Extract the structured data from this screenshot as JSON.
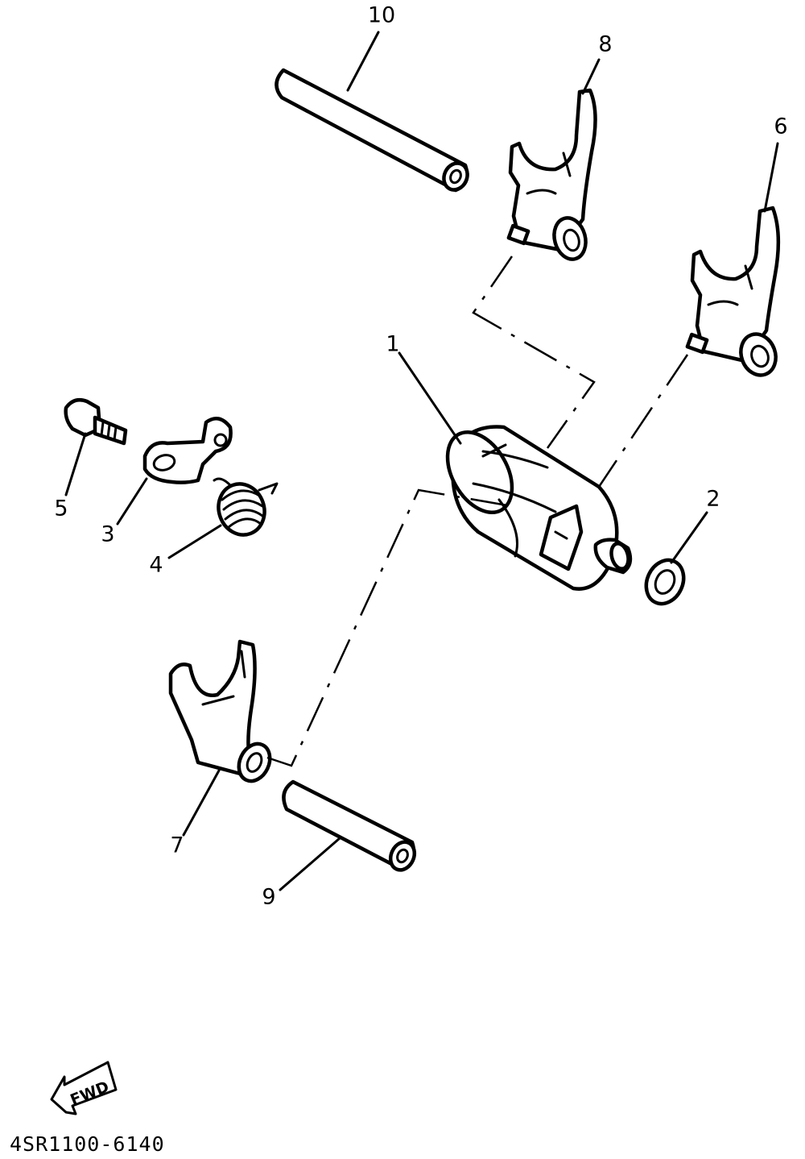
{
  "diagram": {
    "drawing_code": "4SR1100-6140",
    "direction_label": "FWD",
    "callouts": [
      {
        "id": "1",
        "text": "1"
      },
      {
        "id": "2",
        "text": "2"
      },
      {
        "id": "3",
        "text": "3"
      },
      {
        "id": "4",
        "text": "4"
      },
      {
        "id": "5",
        "text": "5"
      },
      {
        "id": "6",
        "text": "6"
      },
      {
        "id": "7",
        "text": "7"
      },
      {
        "id": "8",
        "text": "8"
      },
      {
        "id": "9",
        "text": "9"
      },
      {
        "id": "10",
        "text": "10"
      }
    ]
  }
}
